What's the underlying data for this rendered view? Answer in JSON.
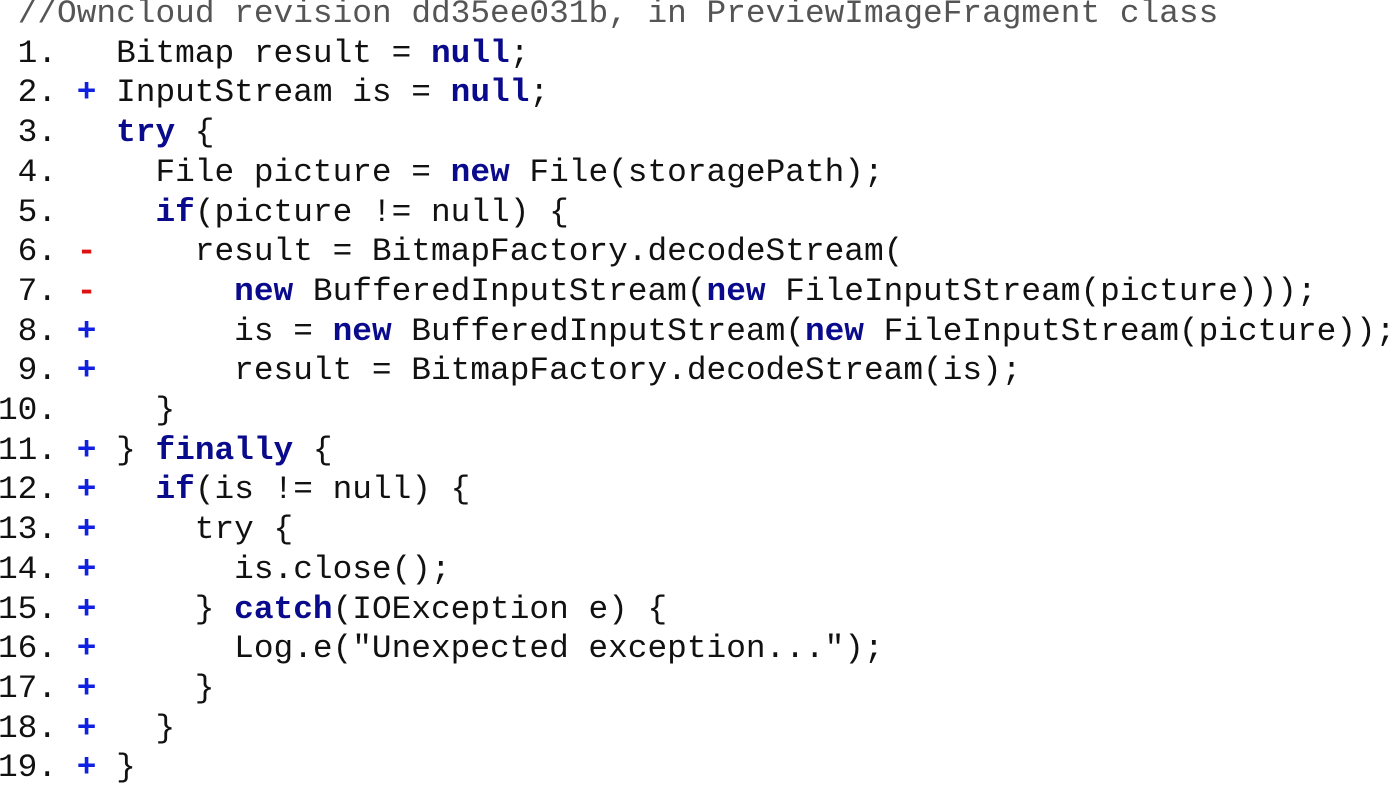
{
  "comment": "//Owncloud revision dd35ee031b, in PreviewImageFragment class",
  "colors": {
    "keyword": "#0a0a8c",
    "added_marker": "#1020e0",
    "removed_marker": "#e01010",
    "comment": "#555555"
  },
  "lines": [
    {
      "num": "1.",
      "marker": "",
      "segments": [
        {
          "text": "Bitmap result = "
        },
        {
          "text": "null",
          "kw": true
        },
        {
          "text": ";"
        }
      ]
    },
    {
      "num": "2.",
      "marker": "+",
      "segments": [
        {
          "text": "InputStream is = "
        },
        {
          "text": "null",
          "kw": true
        },
        {
          "text": ";"
        }
      ]
    },
    {
      "num": "3.",
      "marker": "",
      "segments": [
        {
          "text": "try",
          "kw": true
        },
        {
          "text": " {"
        }
      ]
    },
    {
      "num": "4.",
      "marker": "",
      "segments": [
        {
          "text": "  File picture = "
        },
        {
          "text": "new",
          "kw": true
        },
        {
          "text": " File(storagePath);"
        }
      ]
    },
    {
      "num": "5.",
      "marker": "",
      "segments": [
        {
          "text": "  "
        },
        {
          "text": "if",
          "kw": true
        },
        {
          "text": "(picture != null) {"
        }
      ]
    },
    {
      "num": "6.",
      "marker": "-",
      "segments": [
        {
          "text": "    result = BitmapFactory.decodeStream("
        }
      ]
    },
    {
      "num": "7.",
      "marker": "-",
      "segments": [
        {
          "text": "      "
        },
        {
          "text": "new",
          "kw": true
        },
        {
          "text": " BufferedInputStream("
        },
        {
          "text": "new",
          "kw": true
        },
        {
          "text": " FileInputStream(picture)));"
        }
      ]
    },
    {
      "num": "8.",
      "marker": "+",
      "segments": [
        {
          "text": "      is = "
        },
        {
          "text": "new",
          "kw": true
        },
        {
          "text": " BufferedInputStream("
        },
        {
          "text": "new",
          "kw": true
        },
        {
          "text": " FileInputStream(picture));"
        }
      ]
    },
    {
      "num": "9.",
      "marker": "+",
      "segments": [
        {
          "text": "      result = BitmapFactory.decodeStream(is);"
        }
      ]
    },
    {
      "num": "10.",
      "marker": "",
      "segments": [
        {
          "text": "  }"
        }
      ]
    },
    {
      "num": "11.",
      "marker": "+",
      "segments": [
        {
          "text": "} "
        },
        {
          "text": "finally",
          "kw": true
        },
        {
          "text": " {"
        }
      ]
    },
    {
      "num": "12.",
      "marker": "+",
      "segments": [
        {
          "text": "  "
        },
        {
          "text": "if",
          "kw": true
        },
        {
          "text": "(is != null) {"
        }
      ]
    },
    {
      "num": "13.",
      "marker": "+",
      "segments": [
        {
          "text": "    try {"
        }
      ]
    },
    {
      "num": "14.",
      "marker": "+",
      "segments": [
        {
          "text": "      is.close();"
        }
      ]
    },
    {
      "num": "15.",
      "marker": "+",
      "segments": [
        {
          "text": "    } "
        },
        {
          "text": "catch",
          "kw": true
        },
        {
          "text": "(IOException e) {"
        }
      ]
    },
    {
      "num": "16.",
      "marker": "+",
      "segments": [
        {
          "text": "      Log.e(\"Unexpected exception...\");"
        }
      ]
    },
    {
      "num": "17.",
      "marker": "+",
      "segments": [
        {
          "text": "    }"
        }
      ]
    },
    {
      "num": "18.",
      "marker": "+",
      "segments": [
        {
          "text": "  }"
        }
      ]
    },
    {
      "num": "19.",
      "marker": "+",
      "segments": [
        {
          "text": "}"
        }
      ]
    }
  ]
}
